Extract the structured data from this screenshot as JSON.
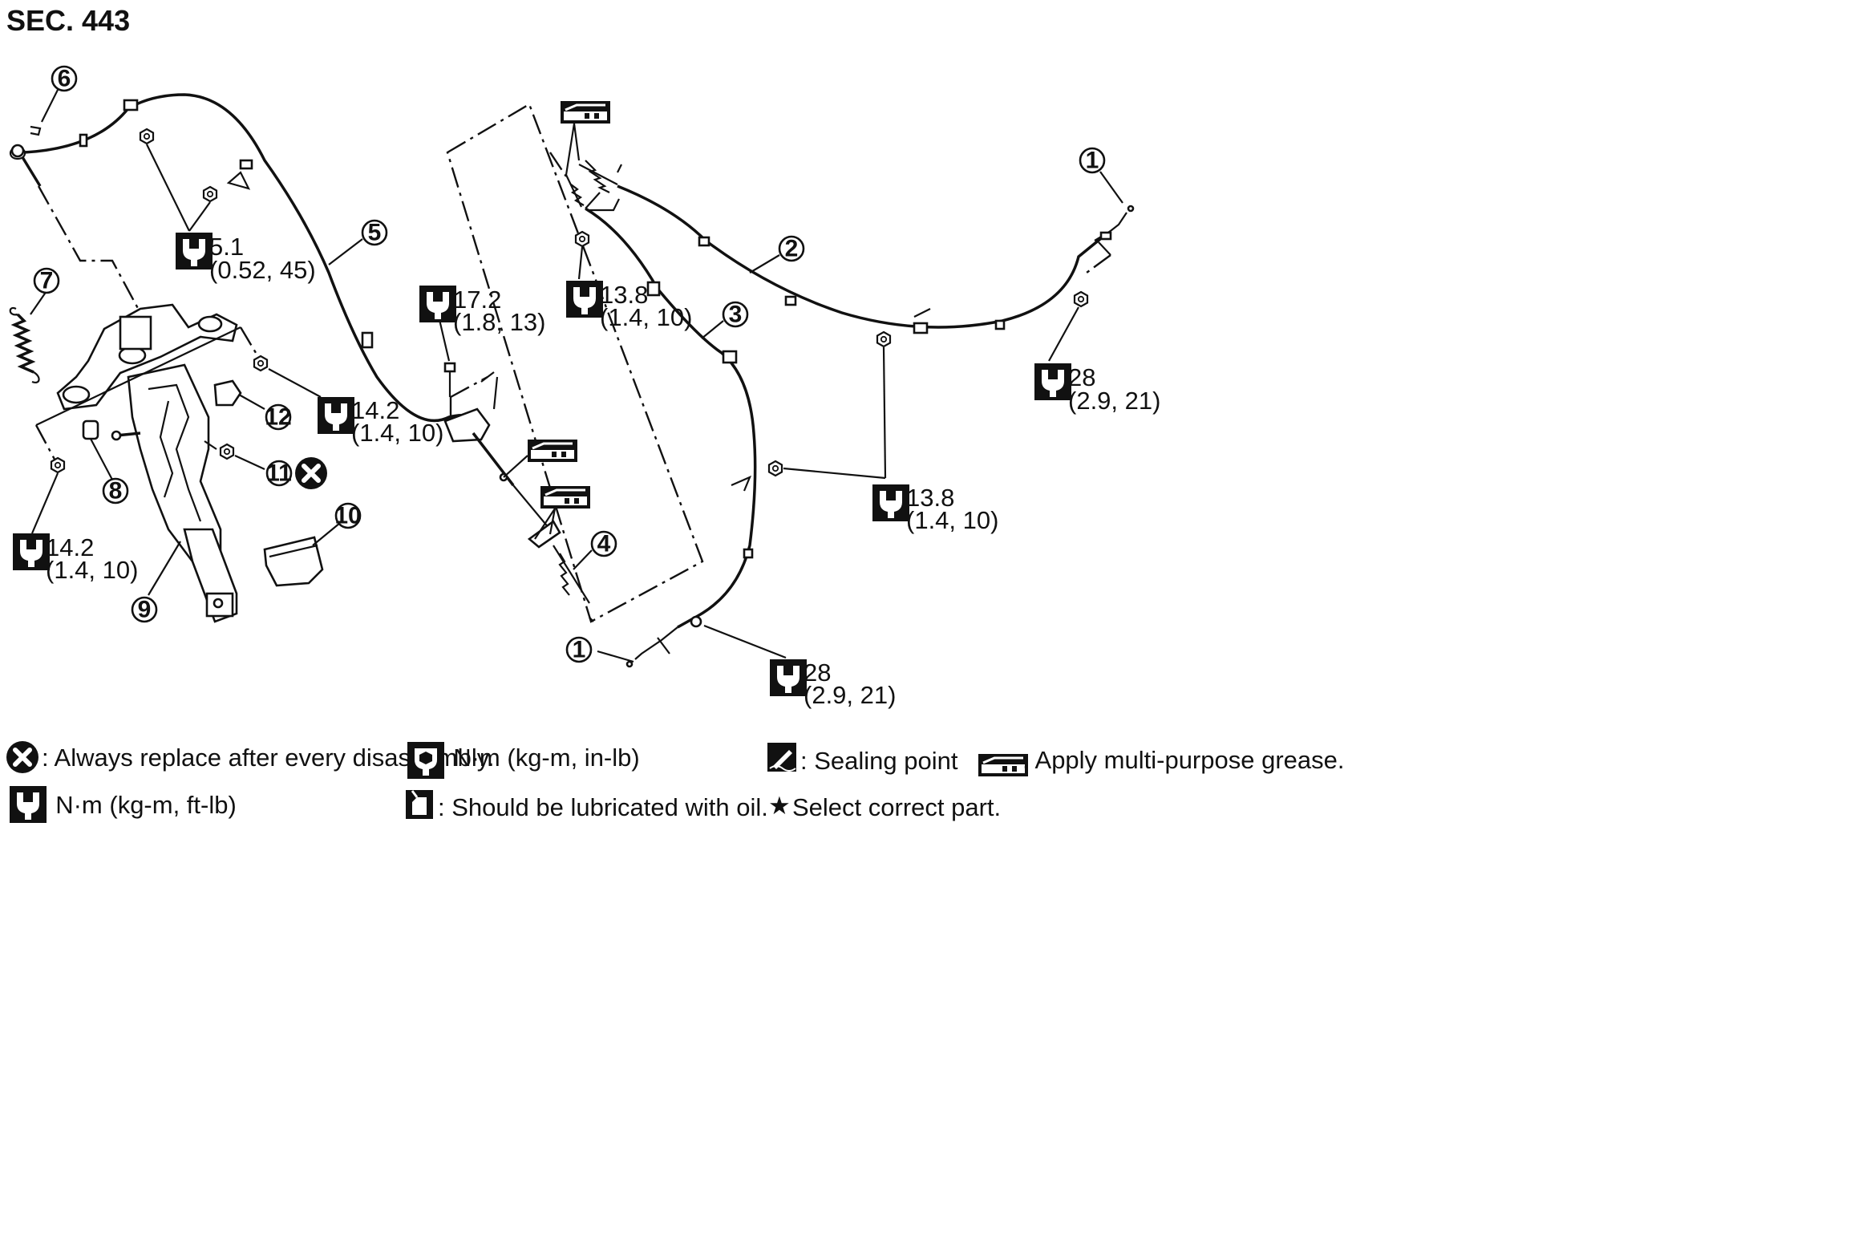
{
  "section": "SEC. 443",
  "torques": {
    "t1": {
      "value": "5.1",
      "sub": "(0.52, 45)"
    },
    "t2": {
      "value": "17.2",
      "sub": "(1.8, 13)"
    },
    "t3": {
      "value": "13.8",
      "sub": "(1.4, 10)"
    },
    "t4": {
      "value": "14.2",
      "sub": "(1.4, 10)"
    },
    "t5": {
      "value": "14.2",
      "sub": "(1.4, 10)"
    },
    "t6": {
      "value": "28",
      "sub": "(2.9, 21)"
    },
    "t7": {
      "value": "13.8",
      "sub": "(1.4, 10)"
    },
    "t8": {
      "value": "28",
      "sub": "(2.9, 21)"
    }
  },
  "callouts": {
    "c1a": "1",
    "c1b": "1",
    "c2": "2",
    "c3": "3",
    "c4": "4",
    "c5": "5",
    "c6": "6",
    "c7": "7",
    "c8": "8",
    "c9": "9",
    "c10": "10",
    "c11": "11",
    "c12": "12"
  },
  "legend": {
    "replace": ": Always replace after every disassembly.",
    "nm_inlb": ": N·m (kg-m, in-lb)",
    "sealing": ": Sealing point",
    "grease": ": Apply multi-purpose grease.",
    "nm_ftlb": ": N·m (kg-m, ft-lb)",
    "oil": ": Should be lubricated with oil.",
    "star": "★",
    "select": "Select correct part."
  },
  "icons": [
    "cross-circle-icon",
    "torque-wrench-in-lb-icon",
    "sealing-point-icon",
    "grease-icon",
    "torque-wrench-ft-lb-icon",
    "oil-can-icon"
  ]
}
